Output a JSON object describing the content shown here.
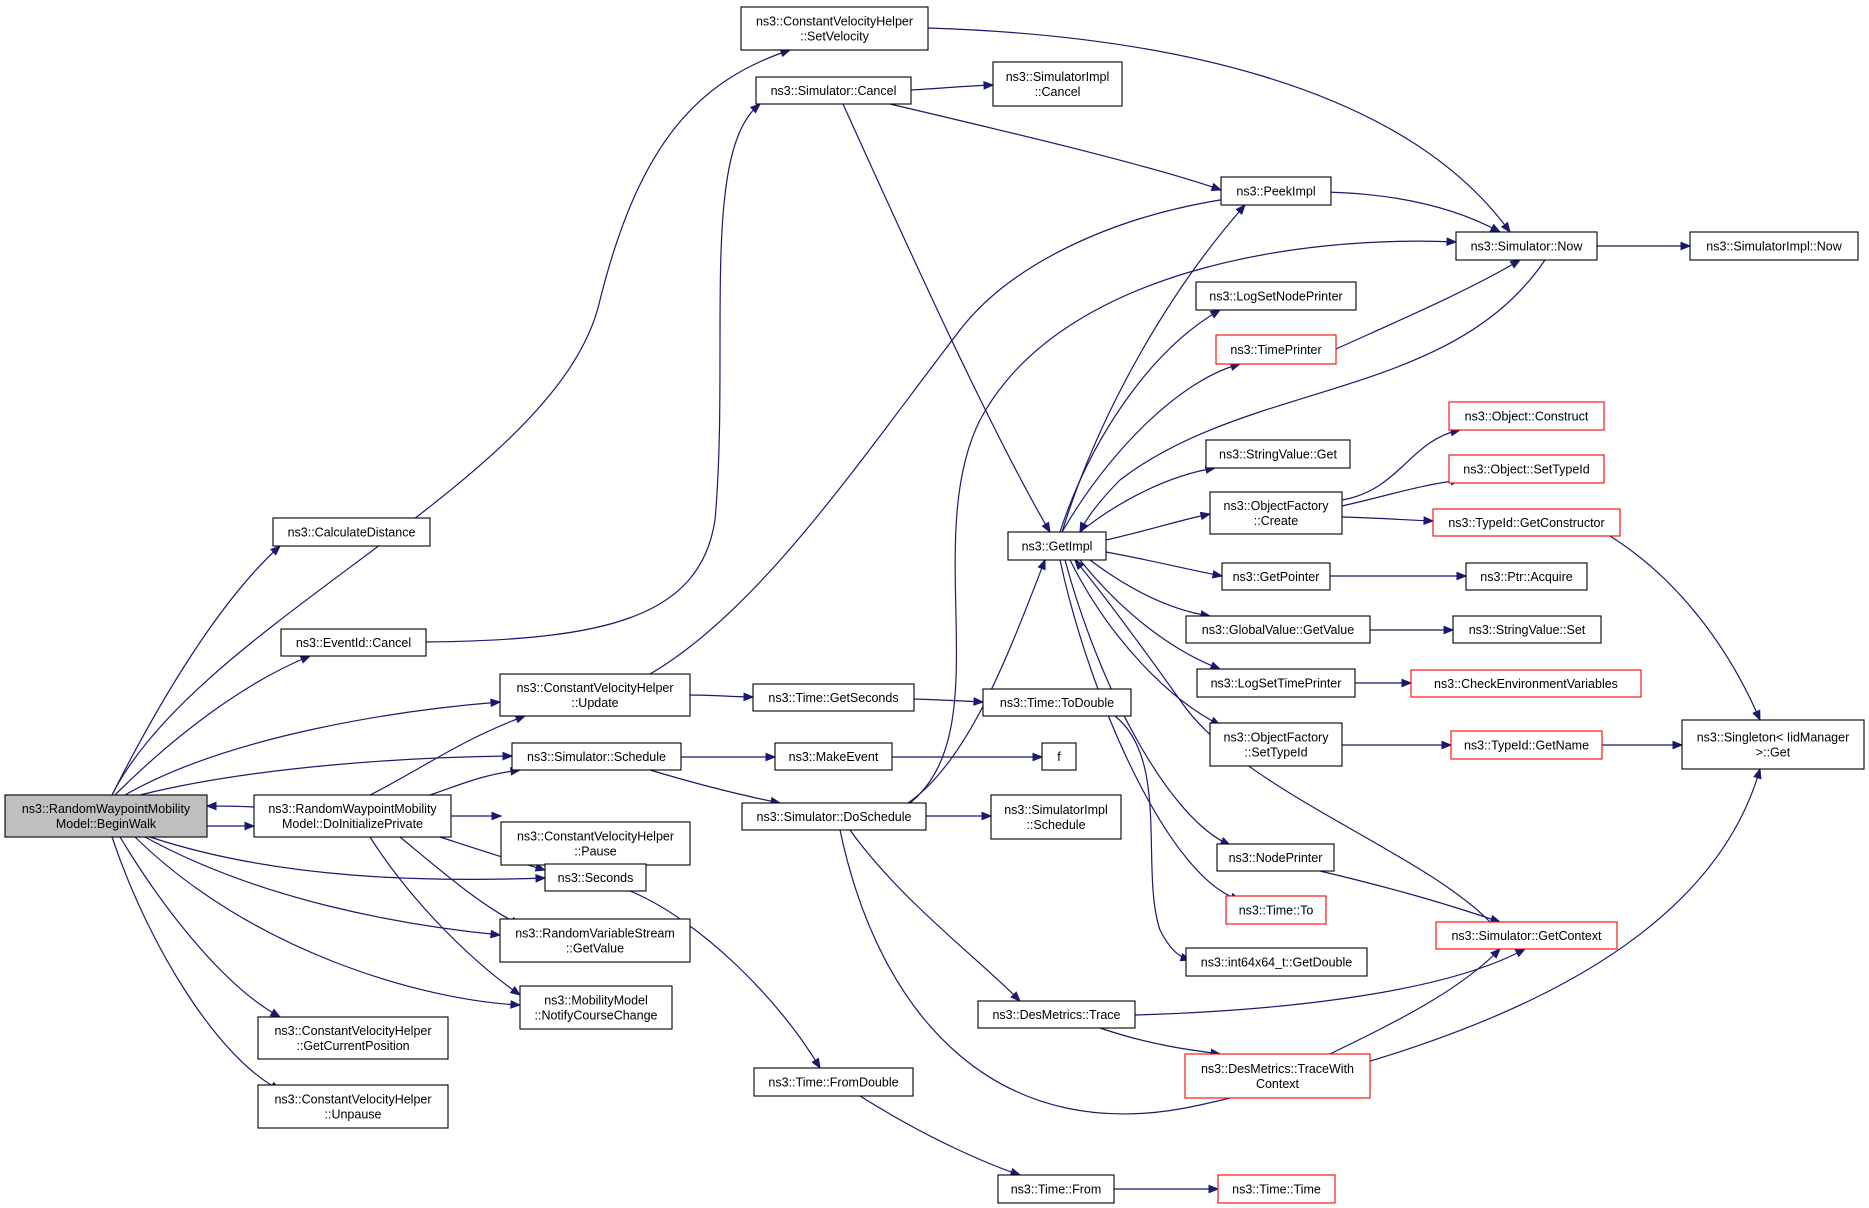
{
  "colors": {
    "edge": "#191970",
    "normal_border": "#000000",
    "truncated_border": "#ff0000",
    "root_fill": "#bfbfbf",
    "node_fill": "#ffffff"
  },
  "nodes": {
    "begin_walk": {
      "lines": [
        "ns3::RandomWaypointMobility",
        "Model::BeginWalk"
      ],
      "style": "root"
    },
    "calc_dist": {
      "lines": [
        "ns3::CalculateDistance"
      ],
      "style": "normal"
    },
    "cvh_setvel": {
      "lines": [
        "ns3::ConstantVelocityHelper",
        "::SetVelocity"
      ],
      "style": "normal"
    },
    "eventid_cancel": {
      "lines": [
        "ns3::EventId::Cancel"
      ],
      "style": "normal"
    },
    "cvh_update": {
      "lines": [
        "ns3::ConstantVelocityHelper",
        "::Update"
      ],
      "style": "normal"
    },
    "sim_schedule": {
      "lines": [
        "ns3::Simulator::Schedule"
      ],
      "style": "normal"
    },
    "rwmm_doinit": {
      "lines": [
        "ns3::RandomWaypointMobility",
        "Model::DoInitializePrivate"
      ],
      "style": "normal"
    },
    "cvh_pause": {
      "lines": [
        "ns3::ConstantVelocityHelper",
        "::Pause"
      ],
      "style": "normal"
    },
    "seconds": {
      "lines": [
        "ns3::Seconds"
      ],
      "style": "normal"
    },
    "rvs_getvalue": {
      "lines": [
        "ns3::RandomVariableStream",
        "::GetValue"
      ],
      "style": "normal"
    },
    "mm_notify": {
      "lines": [
        "ns3::MobilityModel",
        "::NotifyCourseChange"
      ],
      "style": "normal"
    },
    "cvh_getpos": {
      "lines": [
        "ns3::ConstantVelocityHelper",
        "::GetCurrentPosition"
      ],
      "style": "normal"
    },
    "cvh_unpause": {
      "lines": [
        "ns3::ConstantVelocityHelper",
        "::Unpause"
      ],
      "style": "normal"
    },
    "sim_cancel": {
      "lines": [
        "ns3::Simulator::Cancel"
      ],
      "style": "normal"
    },
    "time_getseconds": {
      "lines": [
        "ns3::Time::GetSeconds"
      ],
      "style": "normal"
    },
    "makeevent": {
      "lines": [
        "ns3::MakeEvent"
      ],
      "style": "normal"
    },
    "sim_doschedule": {
      "lines": [
        "ns3::Simulator::DoSchedule"
      ],
      "style": "normal"
    },
    "time_fromdouble": {
      "lines": [
        "ns3::Time::FromDouble"
      ],
      "style": "normal"
    },
    "simimpl_cancel": {
      "lines": [
        "ns3::SimulatorImpl",
        "::Cancel"
      ],
      "style": "normal"
    },
    "getimpl": {
      "lines": [
        "ns3::GetImpl"
      ],
      "style": "normal"
    },
    "time_todouble": {
      "lines": [
        "ns3::Time::ToDouble"
      ],
      "style": "normal"
    },
    "f_node": {
      "lines": [
        "f"
      ],
      "style": "normal"
    },
    "simimpl_schedule": {
      "lines": [
        "ns3::SimulatorImpl",
        "::Schedule"
      ],
      "style": "normal"
    },
    "desmetrics_trace": {
      "lines": [
        "ns3::DesMetrics::Trace"
      ],
      "style": "normal"
    },
    "time_from": {
      "lines": [
        "ns3::Time::From"
      ],
      "style": "normal"
    },
    "peekimpl": {
      "lines": [
        "ns3::PeekImpl"
      ],
      "style": "normal"
    },
    "logsetnodeprinter": {
      "lines": [
        "ns3::LogSetNodePrinter"
      ],
      "style": "normal"
    },
    "timeprinter": {
      "lines": [
        "ns3::TimePrinter"
      ],
      "style": "truncated"
    },
    "stringvalue_get": {
      "lines": [
        "ns3::StringValue::Get"
      ],
      "style": "normal"
    },
    "objfactory_create": {
      "lines": [
        "ns3::ObjectFactory",
        "::Create"
      ],
      "style": "normal"
    },
    "getpointer": {
      "lines": [
        "ns3::GetPointer"
      ],
      "style": "normal"
    },
    "globalvalue_getvalue": {
      "lines": [
        "ns3::GlobalValue::GetValue"
      ],
      "style": "normal"
    },
    "logsettimeprinter": {
      "lines": [
        "ns3::LogSetTimePrinter"
      ],
      "style": "normal"
    },
    "objfactory_settypeid": {
      "lines": [
        "ns3::ObjectFactory",
        "::SetTypeId"
      ],
      "style": "normal"
    },
    "nodeprinter": {
      "lines": [
        "ns3::NodePrinter"
      ],
      "style": "normal"
    },
    "time_to": {
      "lines": [
        "ns3::Time::To"
      ],
      "style": "truncated"
    },
    "int64_getdouble": {
      "lines": [
        "ns3::int64x64_t::GetDouble"
      ],
      "style": "normal"
    },
    "desmetrics_tracewith": {
      "lines": [
        "ns3::DesMetrics::TraceWith",
        "Context"
      ],
      "style": "truncated"
    },
    "time_time": {
      "lines": [
        "ns3::Time::Time"
      ],
      "style": "truncated"
    },
    "sim_now": {
      "lines": [
        "ns3::Simulator::Now"
      ],
      "style": "normal"
    },
    "obj_construct": {
      "lines": [
        "ns3::Object::Construct"
      ],
      "style": "truncated"
    },
    "obj_settypeid": {
      "lines": [
        "ns3::Object::SetTypeId"
      ],
      "style": "truncated"
    },
    "typeid_getconstructor": {
      "lines": [
        "ns3::TypeId::GetConstructor"
      ],
      "style": "truncated"
    },
    "ptr_acquire": {
      "lines": [
        "ns3::Ptr::Acquire"
      ],
      "style": "normal"
    },
    "stringvalue_set": {
      "lines": [
        "ns3::StringValue::Set"
      ],
      "style": "normal"
    },
    "check_env": {
      "lines": [
        "ns3::CheckEnvironmentVariables"
      ],
      "style": "truncated"
    },
    "typeid_getname": {
      "lines": [
        "ns3::TypeId::GetName"
      ],
      "style": "truncated"
    },
    "sim_getcontext": {
      "lines": [
        "ns3::Simulator::GetContext"
      ],
      "style": "truncated"
    },
    "simimpl_now": {
      "lines": [
        "ns3::SimulatorImpl::Now"
      ],
      "style": "normal"
    },
    "singleton_get": {
      "lines": [
        "ns3::Singleton< IidManager",
        ">::Get"
      ],
      "style": "normal"
    }
  },
  "edges": [
    [
      "begin_walk",
      "calc_dist"
    ],
    [
      "begin_walk",
      "cvh_setvel"
    ],
    [
      "begin_walk",
      "eventid_cancel"
    ],
    [
      "begin_walk",
      "cvh_update"
    ],
    [
      "begin_walk",
      "sim_schedule"
    ],
    [
      "begin_walk",
      "rwmm_doinit"
    ],
    [
      "begin_walk",
      "seconds"
    ],
    [
      "begin_walk",
      "rvs_getvalue"
    ],
    [
      "begin_walk",
      "mm_notify"
    ],
    [
      "begin_walk",
      "cvh_getpos"
    ],
    [
      "begin_walk",
      "cvh_unpause"
    ],
    [
      "rwmm_doinit",
      "begin_walk"
    ],
    [
      "rwmm_doinit",
      "cvh_update"
    ],
    [
      "rwmm_doinit",
      "sim_schedule"
    ],
    [
      "rwmm_doinit",
      "cvh_pause"
    ],
    [
      "rwmm_doinit",
      "seconds"
    ],
    [
      "rwmm_doinit",
      "rvs_getvalue"
    ],
    [
      "rwmm_doinit",
      "mm_notify"
    ],
    [
      "eventid_cancel",
      "sim_cancel"
    ],
    [
      "cvh_setvel",
      "sim_now"
    ],
    [
      "cvh_update",
      "sim_now"
    ],
    [
      "cvh_update",
      "time_getseconds"
    ],
    [
      "sim_schedule",
      "makeevent"
    ],
    [
      "sim_schedule",
      "sim_doschedule"
    ],
    [
      "seconds",
      "time_fromdouble"
    ],
    [
      "sim_cancel",
      "simimpl_cancel"
    ],
    [
      "sim_cancel",
      "peekimpl"
    ],
    [
      "sim_cancel",
      "getimpl"
    ],
    [
      "time_getseconds",
      "time_todouble"
    ],
    [
      "makeevent",
      "f_node"
    ],
    [
      "sim_doschedule",
      "getimpl"
    ],
    [
      "sim_doschedule",
      "sim_now"
    ],
    [
      "sim_doschedule",
      "simimpl_schedule"
    ],
    [
      "sim_doschedule",
      "desmetrics_trace"
    ],
    [
      "sim_doschedule",
      "singleton_get"
    ],
    [
      "time_fromdouble",
      "time_from"
    ],
    [
      "time_from",
      "time_time"
    ],
    [
      "time_todouble",
      "int64_getdouble"
    ],
    [
      "getimpl",
      "peekimpl"
    ],
    [
      "getimpl",
      "logsetnodeprinter"
    ],
    [
      "getimpl",
      "timeprinter"
    ],
    [
      "getimpl",
      "stringvalue_get"
    ],
    [
      "getimpl",
      "objfactory_create"
    ],
    [
      "getimpl",
      "getpointer"
    ],
    [
      "getimpl",
      "globalvalue_getvalue"
    ],
    [
      "getimpl",
      "logsettimeprinter"
    ],
    [
      "getimpl",
      "objfactory_settypeid"
    ],
    [
      "getimpl",
      "nodeprinter"
    ],
    [
      "getimpl",
      "time_to"
    ],
    [
      "sim_now",
      "getimpl"
    ],
    [
      "timeprinter",
      "sim_now"
    ],
    [
      "nodeprinter",
      "sim_getcontext"
    ],
    [
      "sim_getcontext",
      "getimpl"
    ],
    [
      "desmetrics_trace",
      "sim_getcontext"
    ],
    [
      "desmetrics_trace",
      "desmetrics_tracewith"
    ],
    [
      "desmetrics_tracewith",
      "sim_getcontext"
    ],
    [
      "objfactory_create",
      "obj_construct"
    ],
    [
      "objfactory_create",
      "obj_settypeid"
    ],
    [
      "objfactory_create",
      "typeid_getconstructor"
    ],
    [
      "getpointer",
      "ptr_acquire"
    ],
    [
      "globalvalue_getvalue",
      "stringvalue_set"
    ],
    [
      "logsettimeprinter",
      "check_env"
    ],
    [
      "objfactory_settypeid",
      "typeid_getname"
    ],
    [
      "typeid_getname",
      "singleton_get"
    ],
    [
      "typeid_getconstructor",
      "singleton_get"
    ],
    [
      "sim_now",
      "simimpl_now"
    ]
  ]
}
